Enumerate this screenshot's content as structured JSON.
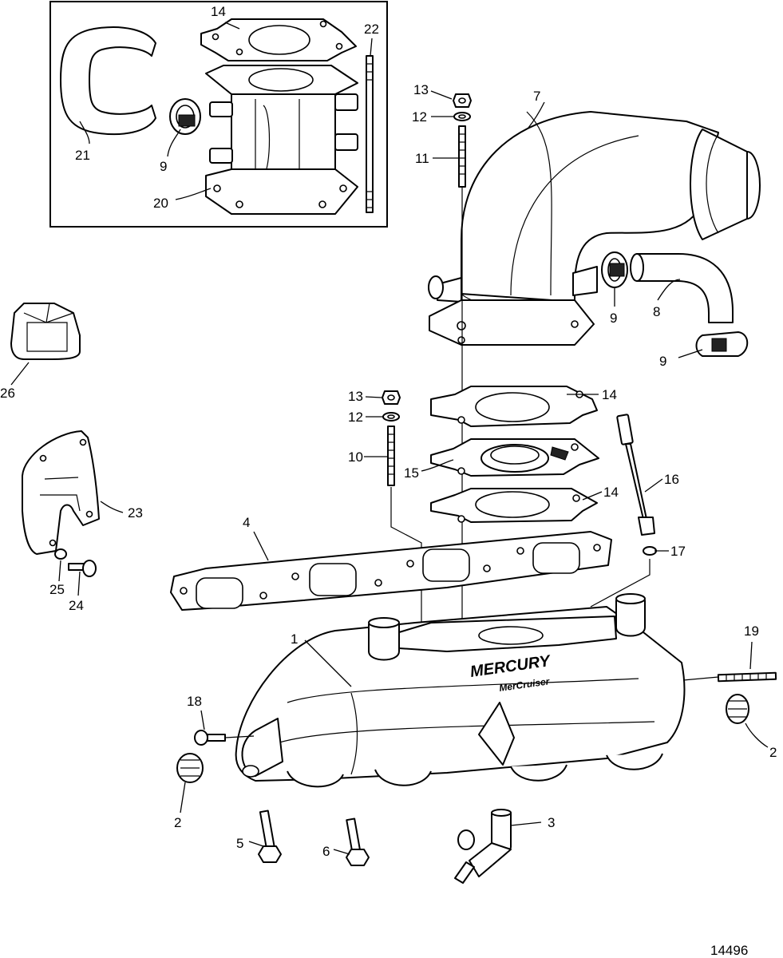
{
  "figure_number": "14496",
  "brand_text": "MERCURY",
  "subbrand_text": "MerCruiser",
  "callouts": {
    "c1": "1",
    "c2a": "2",
    "c2b": "2",
    "c3": "3",
    "c4": "4",
    "c5": "5",
    "c6": "6",
    "c7": "7",
    "c8": "8",
    "c9a": "9",
    "c9b": "9",
    "c9c": "9",
    "c10": "10",
    "c11": "11",
    "c12a": "12",
    "c12b": "12",
    "c13a": "13",
    "c13b": "13",
    "c14a": "14",
    "c14b": "14",
    "c14c": "14",
    "c15": "15",
    "c16": "16",
    "c17": "17",
    "c18": "18",
    "c19": "19",
    "c20": "20",
    "c21": "21",
    "c22": "22",
    "c23": "23",
    "c24": "24",
    "c25": "25",
    "c26": "26"
  }
}
